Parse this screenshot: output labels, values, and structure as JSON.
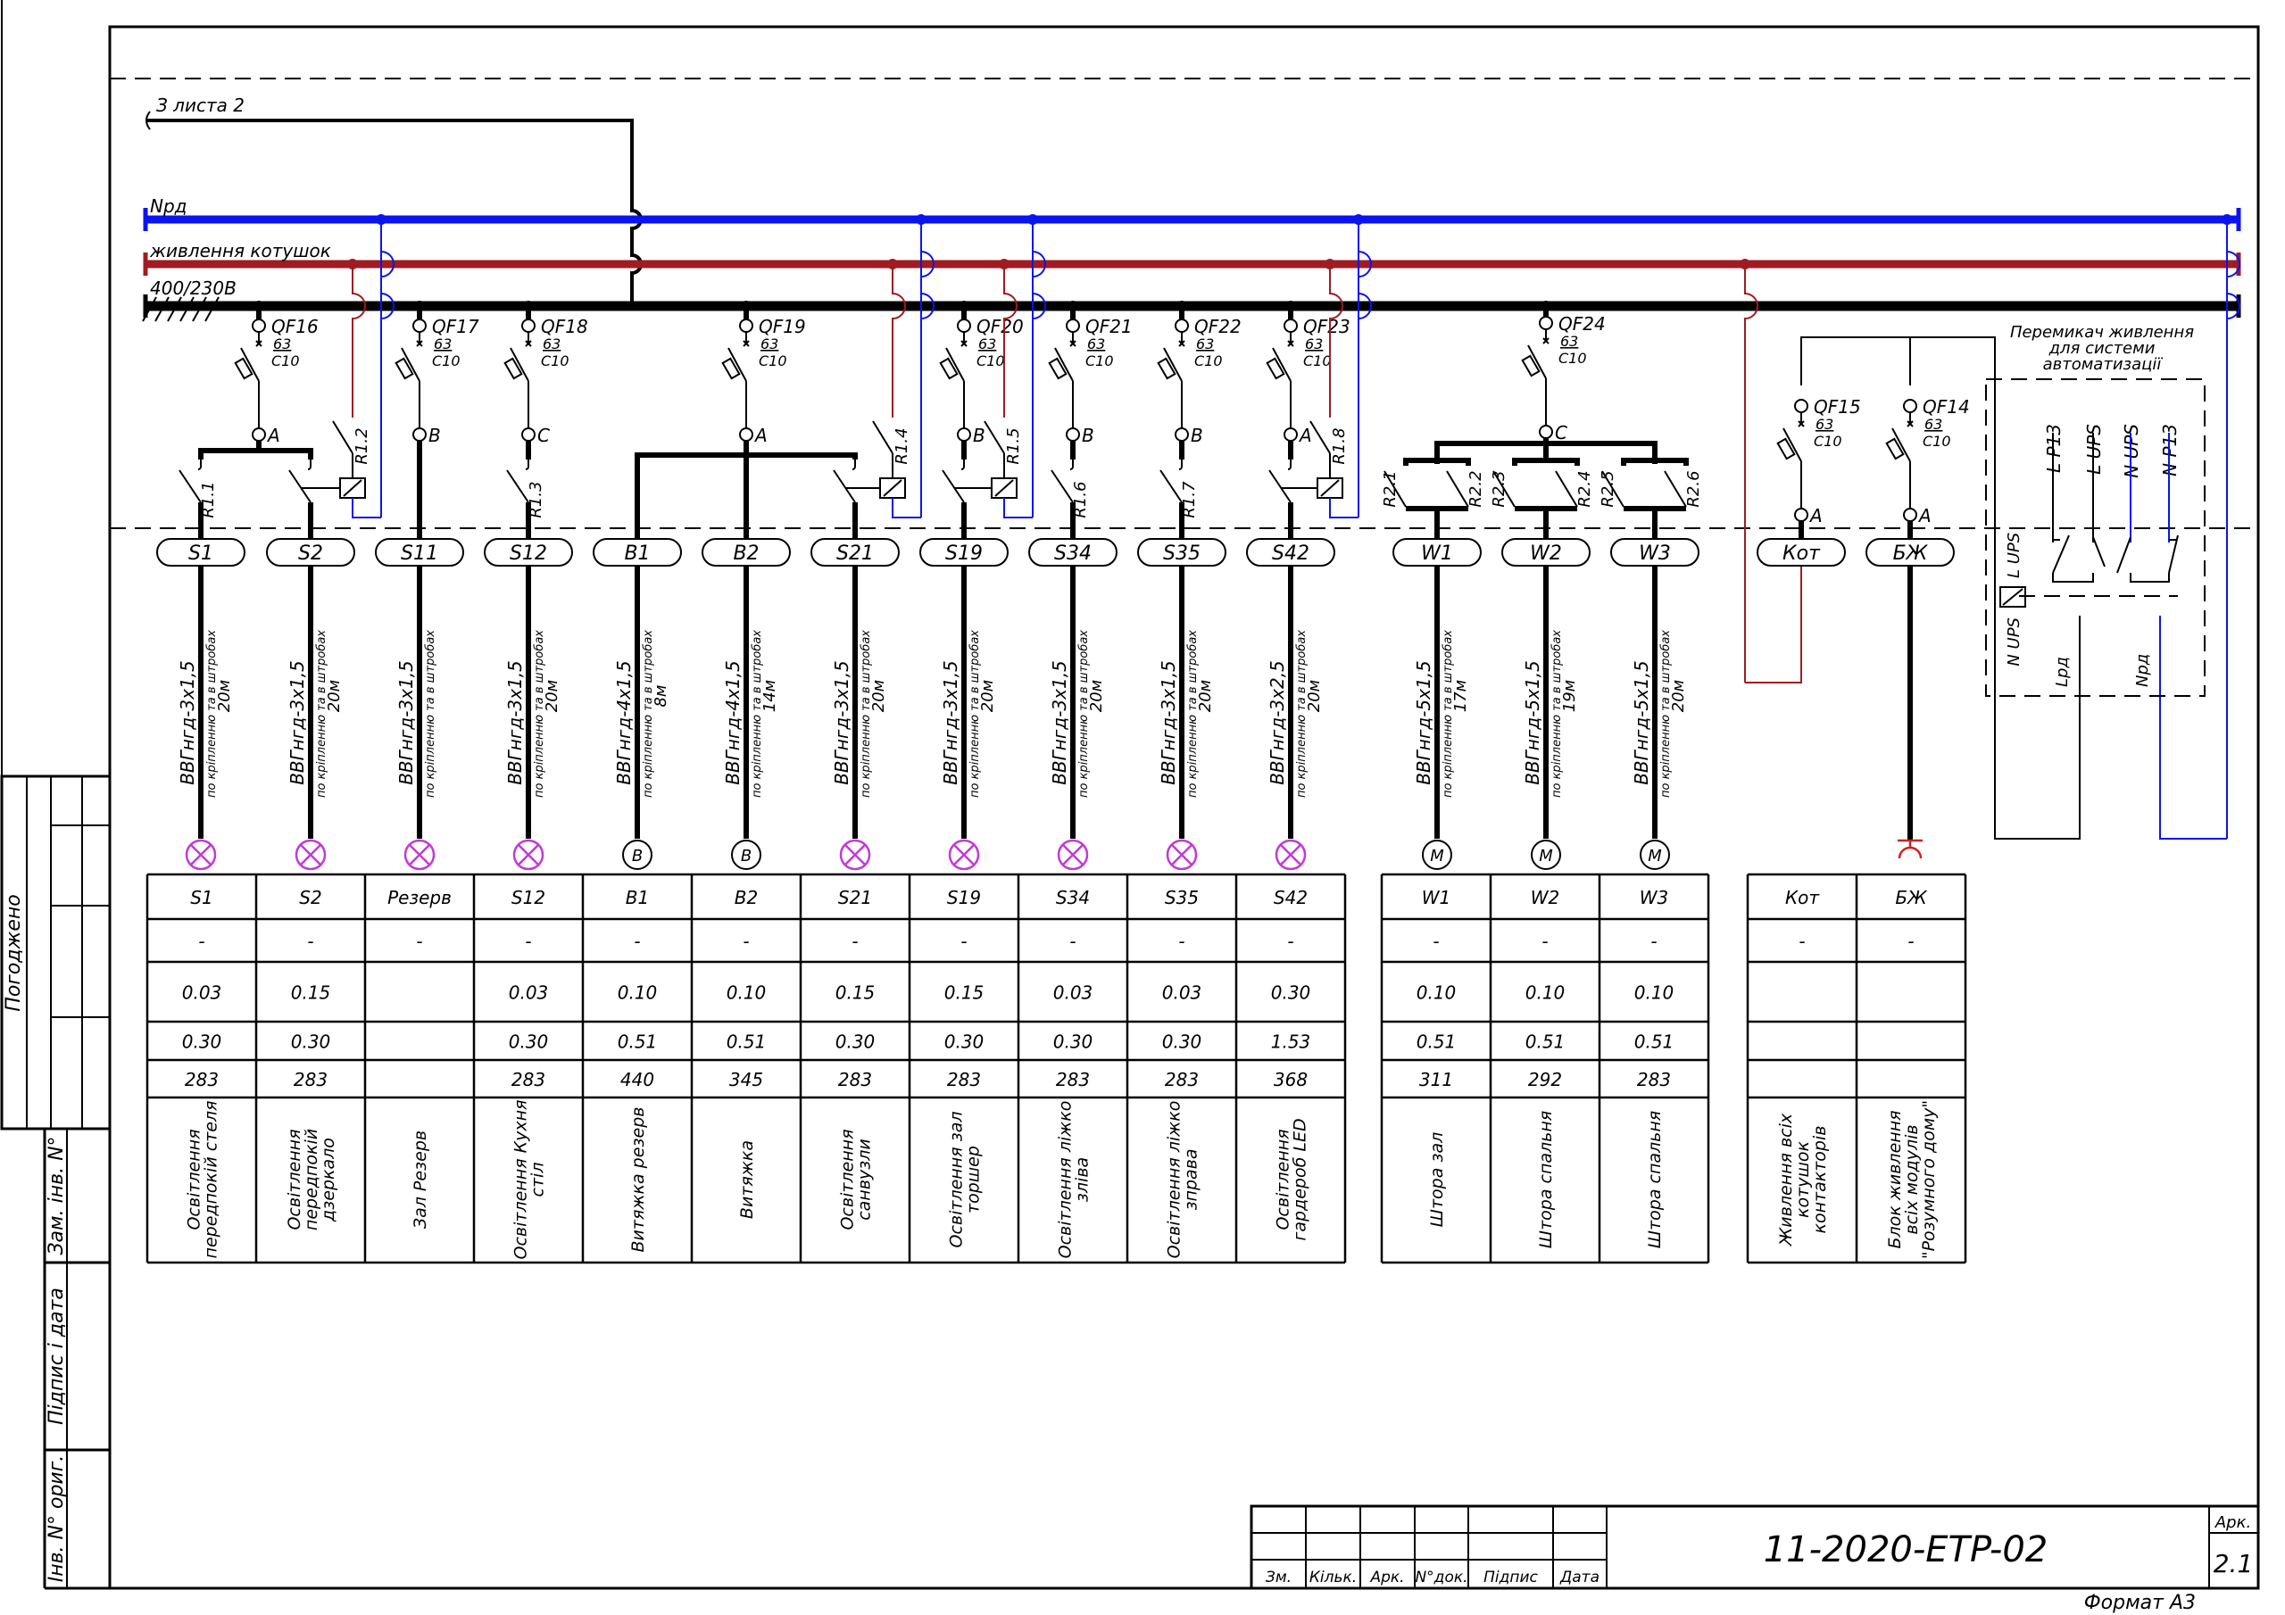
{
  "colors": {
    "neutral_bus": "#0a14f0",
    "coil_bus": "#a01c22",
    "power_bus": "#000000",
    "lamp": "#c23ad6",
    "socket": "#d02020"
  },
  "sheet_ref": "З листа 2",
  "buses": {
    "neutral": "Nрд",
    "coil": "живлення котушок",
    "power": "400/230В"
  },
  "circuits": [
    {
      "breaker": "QF16",
      "rating": "63",
      "curve": "C10",
      "phase": "A"
    },
    {
      "breaker": "QF17",
      "rating": "63",
      "curve": "C10",
      "phase": "B"
    },
    {
      "breaker": "QF18",
      "rating": "63",
      "curve": "C10",
      "phase": "C"
    },
    {
      "breaker": "QF19",
      "rating": "63",
      "curve": "C10",
      "phase": "A"
    },
    {
      "breaker": "QF20",
      "rating": "63",
      "curve": "C10",
      "phase": "B"
    },
    {
      "breaker": "QF21",
      "rating": "63",
      "curve": "C10",
      "phase": "B"
    },
    {
      "breaker": "QF22",
      "rating": "63",
      "curve": "C10",
      "phase": "B"
    },
    {
      "breaker": "QF23",
      "rating": "63",
      "curve": "C10",
      "phase": "A"
    },
    {
      "breaker": "QF24",
      "rating": "63",
      "curve": "C10",
      "phase": "C"
    },
    {
      "breaker": "QF15",
      "rating": "63",
      "curve": "C10",
      "phase": "A"
    },
    {
      "breaker": "QF14",
      "rating": "63",
      "curve": "C10",
      "phase": "A"
    }
  ],
  "relay_contacts": {
    "S1": "R1.1",
    "S12": "R1.3",
    "S34": "R1.6",
    "S35": "R1.7"
  },
  "coil_relays": {
    "S2": "R1.2",
    "S21": "R1.4",
    "S19": "R1.5",
    "S42": "R1.8"
  },
  "curtain_contacts": {
    "W1": [
      "R2.1",
      "R2.2"
    ],
    "W2": [
      "R2.3",
      "R2.4"
    ],
    "W3": [
      "R2.5",
      "R2.6"
    ]
  },
  "cable_note": "по кріпленню та в штробах",
  "feeders": [
    {
      "tag": "S1",
      "cable": "ВВГнгд-3x1,5",
      "length": "20м",
      "load": "lamp"
    },
    {
      "tag": "S2",
      "cable": "ВВГнгд-3x1,5",
      "length": "20м",
      "load": "lamp"
    },
    {
      "tag": "S11",
      "cable": "ВВГнгд-3x1,5",
      "length": "",
      "load": "lamp"
    },
    {
      "tag": "S12",
      "cable": "ВВГнгд-3x1,5",
      "length": "20м",
      "load": "lamp"
    },
    {
      "tag": "B1",
      "cable": "ВВГнгд-4x1,5",
      "length": "8м",
      "load": "fan",
      "symbol": "B"
    },
    {
      "tag": "B2",
      "cable": "ВВГнгд-4x1,5",
      "length": "14м",
      "load": "fan",
      "symbol": "B"
    },
    {
      "tag": "S21",
      "cable": "ВВГнгд-3x1,5",
      "length": "20м",
      "load": "lamp"
    },
    {
      "tag": "S19",
      "cable": "ВВГнгд-3x1,5",
      "length": "20м",
      "load": "lamp"
    },
    {
      "tag": "S34",
      "cable": "ВВГнгд-3x1,5",
      "length": "20м",
      "load": "lamp"
    },
    {
      "tag": "S35",
      "cable": "ВВГнгд-3x1,5",
      "length": "20м",
      "load": "lamp"
    },
    {
      "tag": "S42",
      "cable": "ВВГнгд-3x2,5",
      "length": "20м",
      "load": "lamp"
    },
    {
      "tag": "W1",
      "cable": "ВВГнгд-5x1,5",
      "length": "17м",
      "load": "motor",
      "symbol": "M"
    },
    {
      "tag": "W2",
      "cable": "ВВГнгд-5x1,5",
      "length": "19м",
      "load": "motor",
      "symbol": "M"
    },
    {
      "tag": "W3",
      "cable": "ВВГнгд-5x1,5",
      "length": "20м",
      "load": "motor",
      "symbol": "M"
    },
    {
      "tag": "Кот",
      "cable": "",
      "length": "",
      "load": "coil-loop"
    },
    {
      "tag": "БЖ",
      "cable": "",
      "length": "",
      "load": "socket"
    }
  ],
  "table": [
    {
      "name": "S1",
      "mark": "-",
      "p": "0.03",
      "i": "0.30",
      "v": "283",
      "desc": [
        "Освітлення",
        "передпокій стеля"
      ]
    },
    {
      "name": "S2",
      "mark": "-",
      "p": "0.15",
      "i": "0.30",
      "v": "283",
      "desc": [
        "Освітлення",
        "передпокій",
        "дзеркало"
      ]
    },
    {
      "name": "Резерв",
      "mark": "-",
      "p": "",
      "i": "",
      "v": "",
      "desc": [
        "Зал Резерв"
      ]
    },
    {
      "name": "S12",
      "mark": "-",
      "p": "0.03",
      "i": "0.30",
      "v": "283",
      "desc": [
        "Освітлення Кухня",
        "стіл"
      ]
    },
    {
      "name": "B1",
      "mark": "-",
      "p": "0.10",
      "i": "0.51",
      "v": "440",
      "desc": [
        "Витяжка резерв"
      ]
    },
    {
      "name": "B2",
      "mark": "-",
      "p": "0.10",
      "i": "0.51",
      "v": "345",
      "desc": [
        "Витяжка"
      ]
    },
    {
      "name": "S21",
      "mark": "-",
      "p": "0.15",
      "i": "0.30",
      "v": "283",
      "desc": [
        "Освітлення",
        "санвузли"
      ]
    },
    {
      "name": "S19",
      "mark": "-",
      "p": "0.15",
      "i": "0.30",
      "v": "283",
      "desc": [
        "Освітлення зал",
        "торшер"
      ]
    },
    {
      "name": "S34",
      "mark": "-",
      "p": "0.03",
      "i": "0.30",
      "v": "283",
      "desc": [
        "Освітлення ліжко",
        "зліва"
      ]
    },
    {
      "name": "S35",
      "mark": "-",
      "p": "0.03",
      "i": "0.30",
      "v": "283",
      "desc": [
        "Освітлення ліжко",
        "зправа"
      ]
    },
    {
      "name": "S42",
      "mark": "-",
      "p": "0.30",
      "i": "1.53",
      "v": "368",
      "desc": [
        "Освітлення",
        "гардероб LED"
      ]
    },
    {
      "name": "W1",
      "mark": "-",
      "p": "0.10",
      "i": "0.51",
      "v": "311",
      "desc": [
        "Штора зал"
      ]
    },
    {
      "name": "W2",
      "mark": "-",
      "p": "0.10",
      "i": "0.51",
      "v": "292",
      "desc": [
        "Штора спальня"
      ]
    },
    {
      "name": "W3",
      "mark": "-",
      "p": "0.10",
      "i": "0.51",
      "v": "283",
      "desc": [
        "Штора спальня"
      ]
    },
    {
      "name": "Кот",
      "mark": "-",
      "p": "",
      "i": "",
      "v": "",
      "desc": [
        "Живлення всіх",
        "котушок",
        "контакторів"
      ]
    },
    {
      "name": "БЖ",
      "mark": "-",
      "p": "",
      "i": "",
      "v": "",
      "desc": [
        "Блок живлення",
        "всіх модулів",
        "\"Розумного дому\""
      ]
    }
  ],
  "ups_switch": {
    "title": [
      "Перемикач живлення",
      "для системи",
      "автоматизації"
    ],
    "inputs": [
      "L P13",
      "L UPS",
      "N UPS",
      "N P13"
    ],
    "coil_n": "N UPS",
    "coil_l": "L UPS",
    "out_l": "Lрд",
    "out_n": "Nрд"
  },
  "side_stamp": {
    "approved": "Погоджено",
    "replaced_inv": "Зам. інв. N°",
    "sign_date": "Підпис і дата",
    "orig_inv": "Інв. N° ориг."
  },
  "title_block": {
    "columns": [
      "Зм.",
      "Кільк.",
      "Арк.",
      "N°док.",
      "Підпис",
      "Дата"
    ],
    "doc_number": "11-2020-ETP-02",
    "sheet_label": "Арк.",
    "sheet_number": "2.1",
    "format": "Формат А3"
  }
}
